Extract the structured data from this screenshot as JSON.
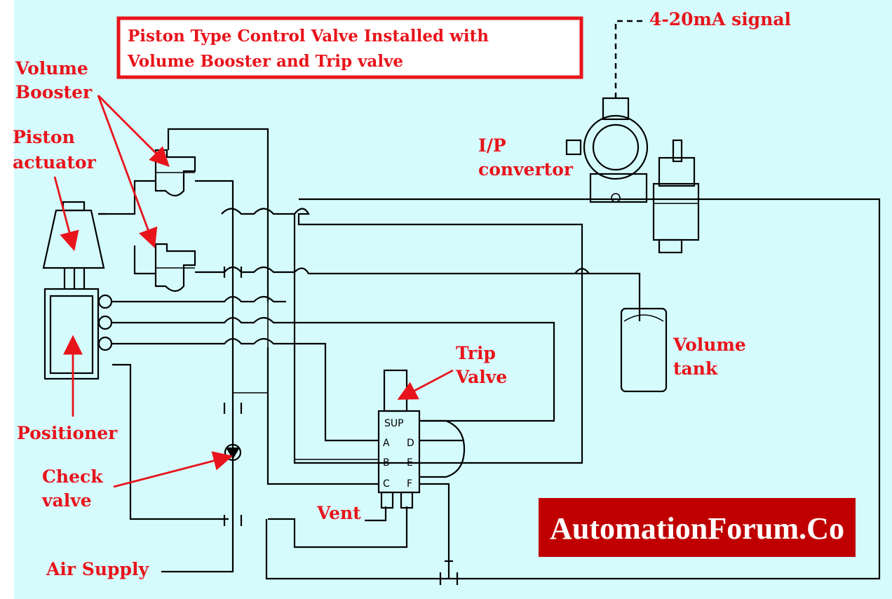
{
  "title": {
    "line1": "Piston Type Control Valve Installed with",
    "line2": "Volume Booster and Trip valve"
  },
  "labels": {
    "signal": "4-20mA signal",
    "volume_booster_1": "Volume",
    "volume_booster_2": "Booster",
    "piston_actuator_1": "Piston",
    "piston_actuator_2": "actuator",
    "ip_convertor_1": "I/P",
    "ip_convertor_2": "convertor",
    "trip_valve_1": "Trip",
    "trip_valve_2": "Valve",
    "volume_tank_1": "Volume",
    "volume_tank_2": "tank",
    "positioner": "Positioner",
    "check_valve_1": "Check",
    "check_valve_2": "valve",
    "vent": "Vent",
    "air_supply": "Air Supply"
  },
  "trip_valve_ports": {
    "sup": "SUP",
    "a": "A",
    "b": "B",
    "c": "C",
    "d": "D",
    "e": "E",
    "f": "F"
  },
  "brand": "AutomationForum.Co",
  "colors": {
    "background": "#d6fbfd",
    "label": "#e8141b",
    "brand_bg": "#c00000",
    "line": "#000000"
  }
}
